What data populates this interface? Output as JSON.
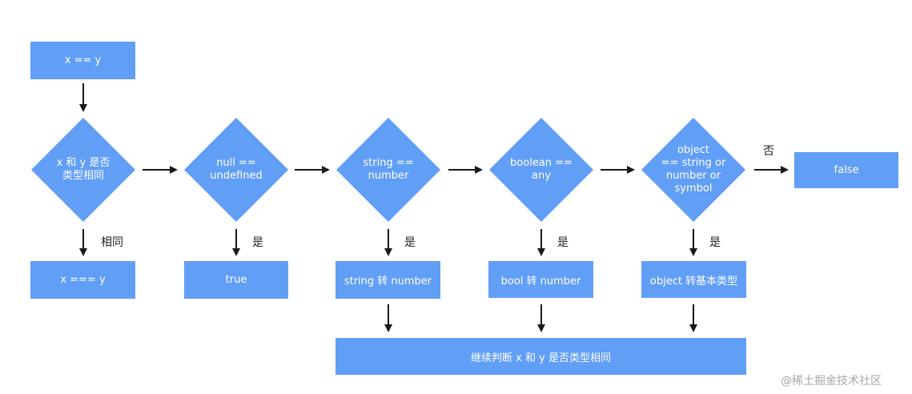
{
  "colors": {
    "node": "#619ef6",
    "arrow": "#1a1a1a",
    "label": "#222222",
    "watermark": "#a7a7a7"
  },
  "nodes": {
    "start": "x == y",
    "same_type": "x 和 y 是否\n类型相同",
    "strict_equal": "x === y",
    "null_undefined": "null ==\nundefined",
    "true_result": "true",
    "string_number": "string ==\nnumber",
    "string_convert": "string 转 number",
    "boolean_any": "boolean ==\nany",
    "bool_convert": "bool 转 number",
    "object_check": "object\n== string or\nnumber or\nsymbol",
    "object_convert": "object 转基本类型",
    "false_result": "false",
    "continue_check": "继续判断 x 和 y 是否类型相同"
  },
  "edge_labels": {
    "same": "相同",
    "yes_1": "是",
    "yes_2": "是",
    "yes_3": "是",
    "yes_4": "是",
    "no": "否"
  },
  "watermark": "@稀土掘金技术社区"
}
